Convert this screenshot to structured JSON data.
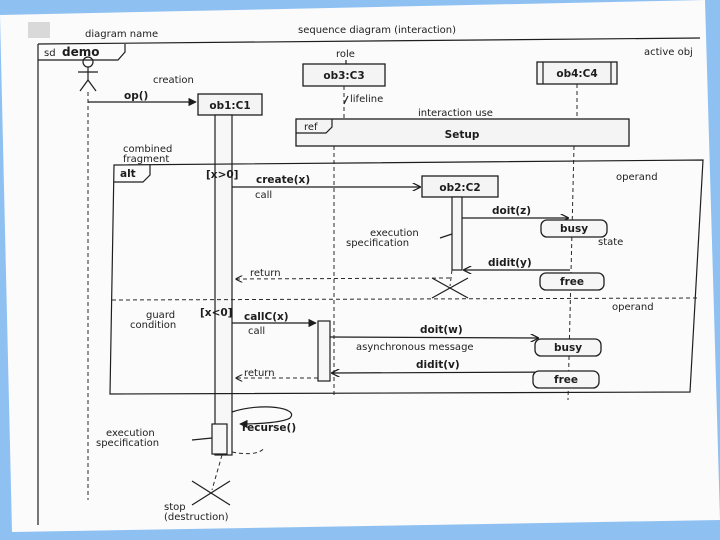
{
  "labels": {
    "diagram_name": "diagram name",
    "sequence_title": "sequence diagram (interaction)",
    "sd": "sd",
    "demo": "demo",
    "role": "role",
    "active_obj": "active obj",
    "creation": "creation",
    "lifeline": "lifeline",
    "interaction_use": "interaction use",
    "ref": "ref",
    "setup": "Setup",
    "combined": "combined",
    "fragment": "fragment",
    "alt": "alt",
    "operand1": "operand",
    "operand2": "operand",
    "guard1": "[x>0]",
    "guard2": "[x<0]",
    "guard": "guard",
    "condition": "condition",
    "call1": "call",
    "call2": "call",
    "exec1_a": "execution",
    "exec1_b": "specification",
    "exec2_a": "execution",
    "exec2_b": "specification",
    "return1": "return",
    "return2": "return",
    "state": "state",
    "async": "asynchronous message",
    "stop_a": "stop",
    "stop_b": "(destruction)"
  },
  "lifelines": {
    "ob1": "ob1:C1",
    "ob2": "ob2:C2",
    "ob3": "ob3:C3",
    "ob4": "ob4:C4"
  },
  "messages": {
    "op": "op()",
    "create": "create(x)",
    "doit_z": "doit(z)",
    "didit_y": "didit(y)",
    "callc": "callC(x)",
    "doit_w": "doit(w)",
    "didit_v": "didit(v)",
    "recurse": "recurse()"
  },
  "states": {
    "busy1": "busy",
    "free1": "free",
    "busy2": "busy",
    "free2": "free"
  }
}
